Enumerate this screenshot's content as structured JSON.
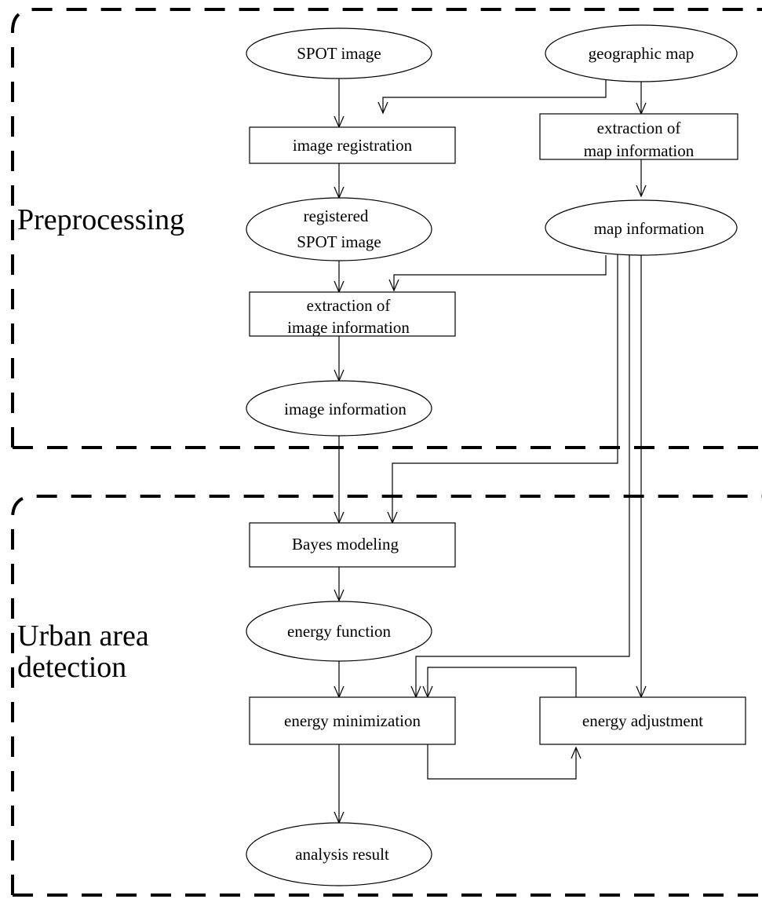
{
  "groups": {
    "preprocessing": "Preprocessing",
    "urban_line1": "Urban area",
    "urban_line2": "detection"
  },
  "nodes": {
    "spot_image": "SPOT image",
    "geographic_map": "geographic map",
    "image_registration": "image registration",
    "extraction_map_1": "extraction of",
    "extraction_map_2": "map information",
    "registered_1": "registered",
    "registered_2": "SPOT image",
    "map_information": "map information",
    "extraction_image_1": "extraction of",
    "extraction_image_2": "image information",
    "image_information": "image information",
    "bayes_modeling": "Bayes modeling",
    "energy_function": "energy function",
    "energy_minimization": "energy minimization",
    "energy_adjustment": "energy adjustment",
    "analysis_result": "analysis result"
  }
}
